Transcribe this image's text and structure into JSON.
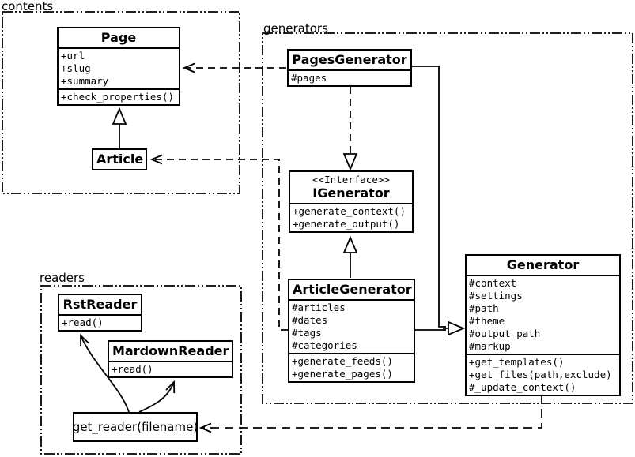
{
  "packages": {
    "contents": {
      "label": "contents"
    },
    "generators": {
      "label": "generators"
    },
    "readers": {
      "label": "readers"
    }
  },
  "classes": {
    "page": {
      "name": "Page",
      "attributes": [
        "+url",
        "+slug",
        "+summary"
      ],
      "methods": [
        "+check_properties()"
      ]
    },
    "article": {
      "name": "Article"
    },
    "pages_generator": {
      "name": "PagesGenerator",
      "attributes": [
        "#pages"
      ]
    },
    "igenerator": {
      "stereotype": "<<Interface>>",
      "name": "IGenerator",
      "methods": [
        "+generate_context()",
        "+generate_output()"
      ]
    },
    "article_generator": {
      "name": "ArticleGenerator",
      "attributes": [
        "#articles",
        "#dates",
        "#tags",
        "#categories"
      ],
      "methods": [
        "+generate_feeds()",
        "+generate_pages()"
      ]
    },
    "generator": {
      "name": "Generator",
      "attributes": [
        "#context",
        "#settings",
        "#path",
        "#theme",
        "#output_path",
        "#markup"
      ],
      "methods": [
        "+get_templates()",
        "+get_files(path,exclude)",
        "#_update_context()"
      ]
    },
    "rst_reader": {
      "name": "RstReader",
      "methods": [
        "+read()"
      ]
    },
    "mardown_reader": {
      "name": "MardownReader",
      "methods": [
        "+read()"
      ]
    },
    "get_reader": {
      "label": "get_reader(filename)"
    }
  },
  "colors": {
    "line": "#000000",
    "background": "#ffffff"
  }
}
